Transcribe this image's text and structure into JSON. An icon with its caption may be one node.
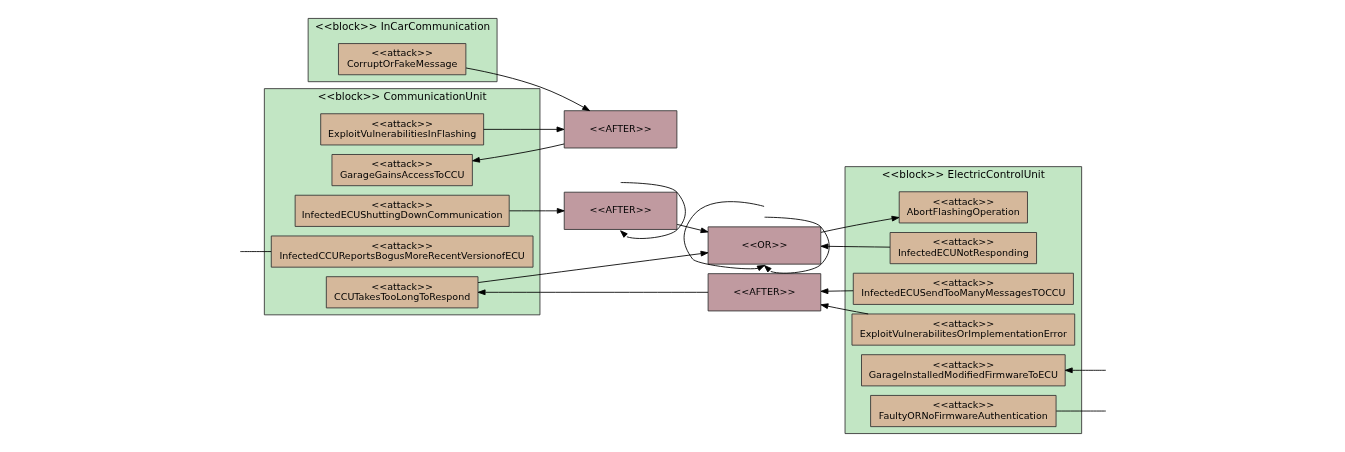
{
  "diagram": {
    "nodes": [
      {
        "text": [
          "<<block>> CommunicationUnit"
        ]
      },
      {
        "text": [
          "<<attack>>",
          "CCUTakesTooLongToRespond"
        ],
        "in": 0
      },
      {
        "text": [
          "<<attack>>",
          "GarageGainsAccessToCCU"
        ],
        "in": 0
      },
      {
        "text": [
          "<<attack>>",
          "ExploitVulnerabilitiesInFlashing"
        ],
        "in": 0
      },
      {
        "text": [
          "<<attack>>",
          "InfectedCCUReportsBogusMoreRecentVersionofECU"
        ],
        "in": 0
      },
      {
        "text": [
          "<<attack>>",
          "InfectedECUShuttingDownCommunication"
        ],
        "in": 0
      },
      {
        "text": [
          "<<AFTER>>"
        ]
      },
      {
        "text": [
          "<<AFTER>>"
        ]
      },
      {
        "text": [
          "<<OR>>"
        ]
      },
      {
        "text": [
          "<<AFTER>>"
        ]
      },
      {
        "text": [
          "<<block>> ElectricControlUnit"
        ]
      },
      {
        "text": [
          "<<attack>>",
          "InfectedECUSendTooManyMessagesTOCCU"
        ],
        "in": 10
      },
      {
        "text": [
          "<<attack>>",
          "ExploitVulnerabilitesOrImplementationError"
        ],
        "in": 10
      },
      {
        "text": [
          "<<attack>>",
          "AbortFlashingOperation"
        ],
        "in": 10
      },
      {
        "text": [
          "<<attack>>",
          "InfectedECUNotResponding"
        ],
        "in": 10
      },
      {
        "text": [
          "<<attack>>",
          "GarageInstalledModifiedFirmwareToECU"
        ],
        "in": 10
      },
      {
        "text": [
          "<<attack>>",
          "FaultyORNoFirmwareAuthentication"
        ],
        "in": 10
      },
      {
        "text": [
          "<<block>> InCarCommunication"
        ]
      },
      {
        "text": [
          "<<attack>>",
          "CorruptOrFakeMessage"
        ],
        "in": 17
      }
    ],
    "edges": [
      {
        "from": 6,
        "to": 1,
        "arrow": "to"
      },
      {
        "from": 11,
        "to": 6,
        "arrow": "to"
      },
      {
        "from": 12,
        "to": 6,
        "arrow": "to"
      },
      {
        "from": 1,
        "to": 8,
        "arrow": "to"
      },
      {
        "from": 7,
        "to": 2,
        "arrow": "to"
      },
      {
        "from": 3,
        "to": 7,
        "arrow": "to"
      },
      {
        "from": 18,
        "to": 7,
        "arrow": "to"
      },
      {
        "from": null,
        "to": 8,
        "arrow": "to"
      },
      {
        "from": 5,
        "to": 9,
        "arrow": "to"
      },
      {
        "from": 9,
        "to": 8,
        "arrow": "to"
      },
      {
        "from": null,
        "to": 9,
        "arrow": "to"
      },
      {
        "from": null,
        "to": 8,
        "arrow": "to"
      },
      {
        "from": 8,
        "to": 13,
        "arrow": "to"
      },
      {
        "from": 14,
        "to": 8,
        "arrow": "to"
      },
      {
        "from": null,
        "to": 15,
        "arrow": "to"
      },
      {
        "from": 16,
        "to": null,
        "arrow": "none"
      },
      {
        "from": 4,
        "to": null,
        "arrow": "none"
      }
    ]
  }
}
